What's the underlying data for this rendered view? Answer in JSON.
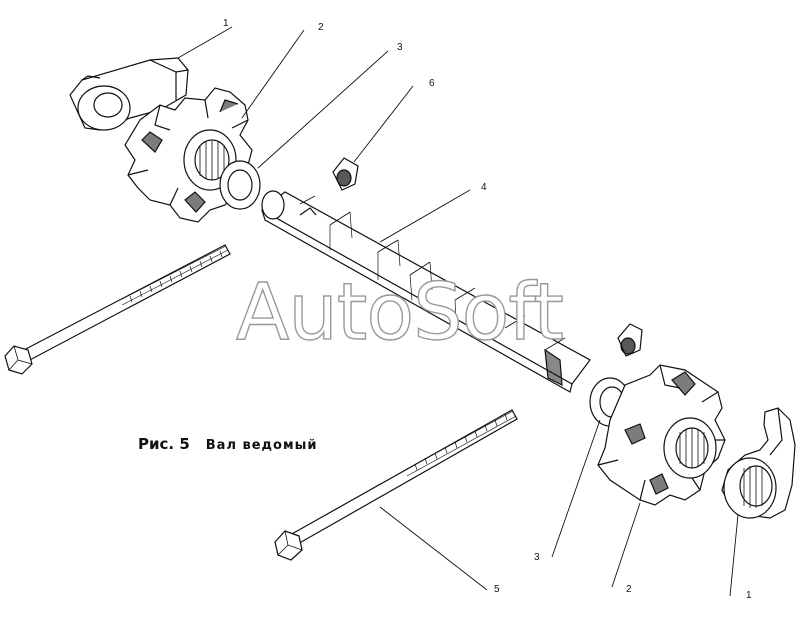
{
  "figure": {
    "label": "Рис. 5",
    "title": "Вал ведомый"
  },
  "watermark": "AutoSoft",
  "callouts": {
    "c1_top": "1",
    "c2_top": "2",
    "c3_top": "3",
    "c6": "6",
    "c4": "4",
    "c5": "5",
    "c3_bottom": "3",
    "c2_bottom": "2",
    "c1_bottom": "1"
  },
  "colors": {
    "ink": "#111111",
    "watermark_outline": "#9a9a9a"
  }
}
